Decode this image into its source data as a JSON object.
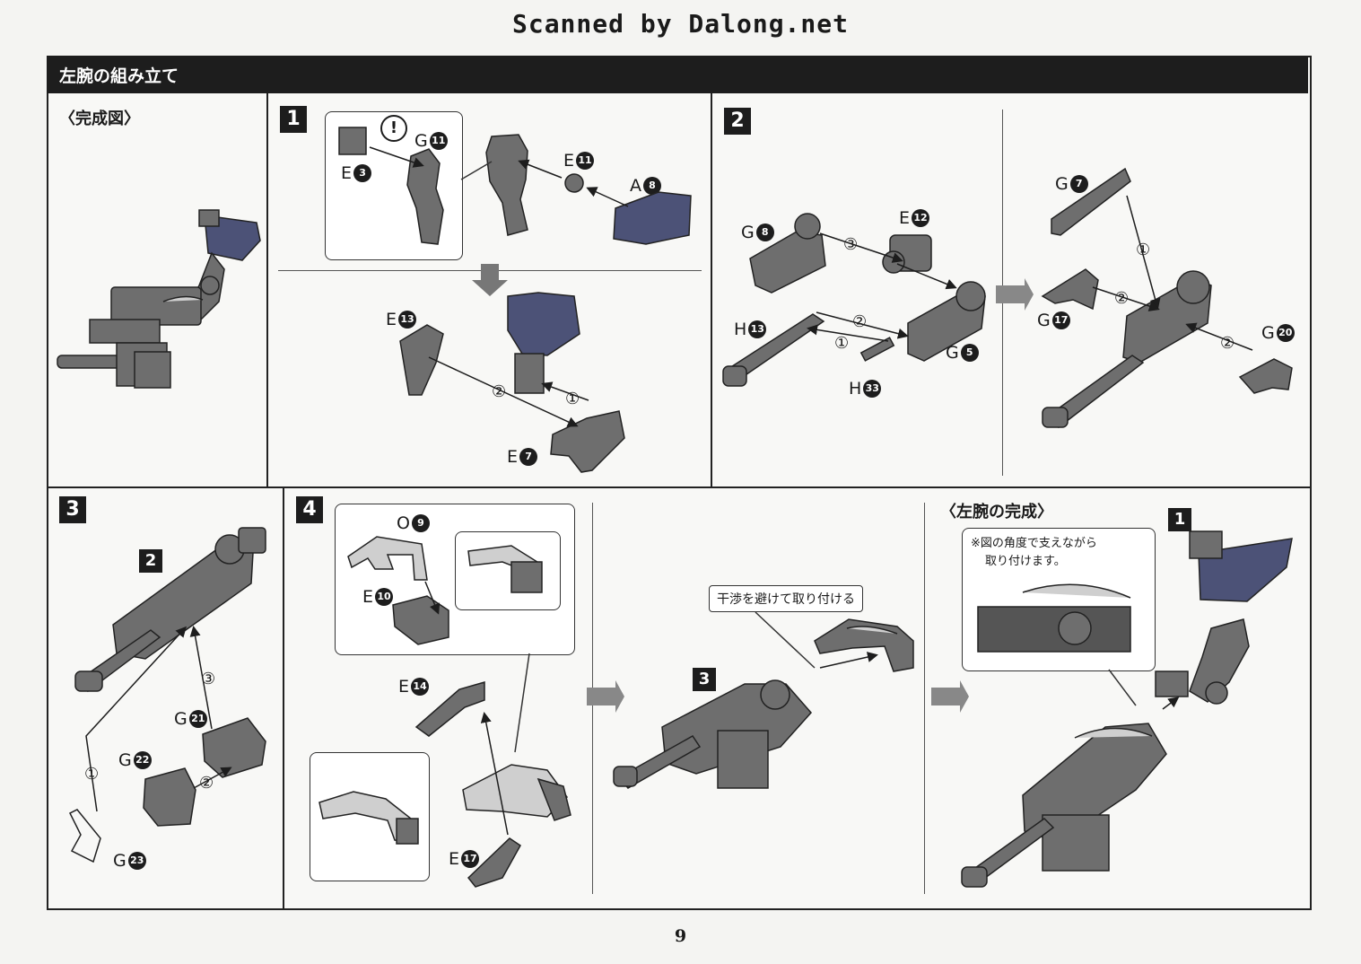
{
  "watermark": "Scanned by Dalong.net",
  "header": {
    "title": "左腕の組み立て"
  },
  "sections": {
    "completed_diagram": "〈完成図〉",
    "left_arm_completed": "〈左腕の完成〉"
  },
  "steps": {
    "s1": "1",
    "s2": "2",
    "s3": "3",
    "s4": "4",
    "ref2": "2",
    "ref3": "3",
    "ref1": "1"
  },
  "parts": {
    "g11": {
      "letter": "G",
      "num": "11"
    },
    "e3": {
      "letter": "E",
      "num": "3"
    },
    "e11": {
      "letter": "E",
      "num": "11"
    },
    "a8": {
      "letter": "A",
      "num": "8"
    },
    "e13": {
      "letter": "E",
      "num": "13"
    },
    "e7": {
      "letter": "E",
      "num": "7"
    },
    "g8": {
      "letter": "G",
      "num": "8"
    },
    "e12": {
      "letter": "E",
      "num": "12"
    },
    "h13": {
      "letter": "H",
      "num": "13"
    },
    "g5": {
      "letter": "G",
      "num": "5"
    },
    "h33": {
      "letter": "H",
      "num": "33"
    },
    "g7": {
      "letter": "G",
      "num": "7"
    },
    "g17": {
      "letter": "G",
      "num": "17"
    },
    "g20": {
      "letter": "G",
      "num": "20"
    },
    "g21": {
      "letter": "G",
      "num": "21"
    },
    "g22": {
      "letter": "G",
      "num": "22"
    },
    "g23": {
      "letter": "G",
      "num": "23"
    },
    "o9": {
      "letter": "O",
      "num": "9"
    },
    "e10": {
      "letter": "E",
      "num": "10"
    },
    "e14": {
      "letter": "E",
      "num": "14"
    },
    "e17": {
      "letter": "E",
      "num": "17"
    }
  },
  "order_marks": {
    "m1": "①",
    "m2": "②",
    "m3": "③"
  },
  "callouts": {
    "avoid_interference": "干渉を避けて取り付ける",
    "angle_note_line1": "※図の角度で支えながら",
    "angle_note_line2": "取り付けます。"
  },
  "caution_mark": "!",
  "page_number": "9",
  "colors": {
    "part_gray": "#6e6e6e",
    "armor_blue": "#4c5277",
    "clear_gray": "#cfcfcf",
    "ink": "#1d1d1d"
  }
}
